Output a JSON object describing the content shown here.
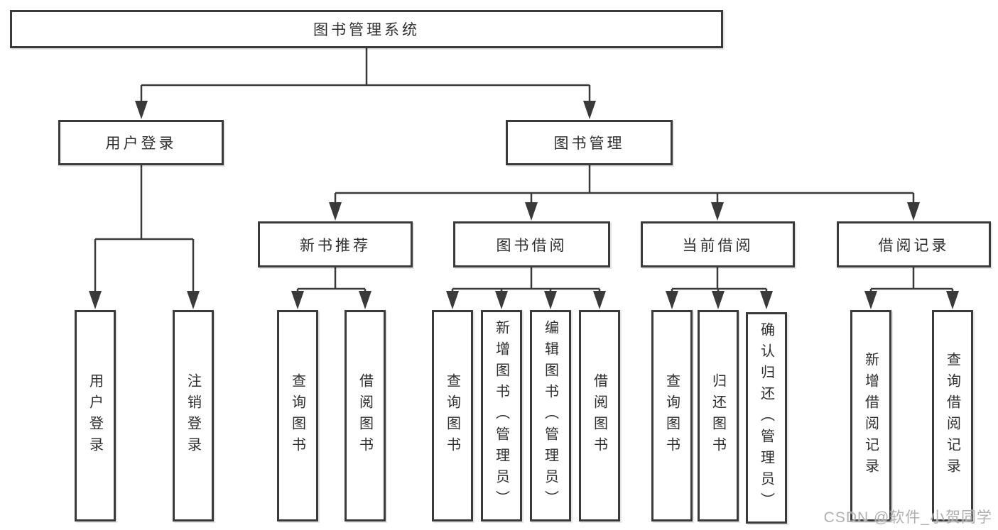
{
  "diagram": {
    "root": {
      "label": "图书管理系统"
    },
    "branches": [
      {
        "label": "用户登录",
        "children": [
          {
            "label": "用户登录"
          },
          {
            "label": "注销登录"
          }
        ]
      },
      {
        "label": "图书管理",
        "children": [
          {
            "label": "新书推荐",
            "children": [
              {
                "label": "查询图书"
              },
              {
                "label": "借阅图书"
              }
            ]
          },
          {
            "label": "图书借阅",
            "children": [
              {
                "label": "查询图书"
              },
              {
                "label": "新增图书（管理员）"
              },
              {
                "label": "编辑图书（管理员）"
              },
              {
                "label": "借阅图书"
              }
            ]
          },
          {
            "label": "当前借阅",
            "children": [
              {
                "label": "查询图书"
              },
              {
                "label": "归还图书"
              },
              {
                "label": "确认归还（管理员）"
              }
            ]
          },
          {
            "label": "借阅记录",
            "children": [
              {
                "label": "新增借阅记录"
              },
              {
                "label": "查询借阅记录"
              }
            ]
          }
        ]
      }
    ]
  },
  "watermark": "CSDN @软件_小贺同学",
  "colors": {
    "line": "#3a3a3a",
    "box_border": "#3a3a3a",
    "box_fill": "#ffffff",
    "text": "#2e2e2e",
    "watermark": "#a5a5a5"
  }
}
